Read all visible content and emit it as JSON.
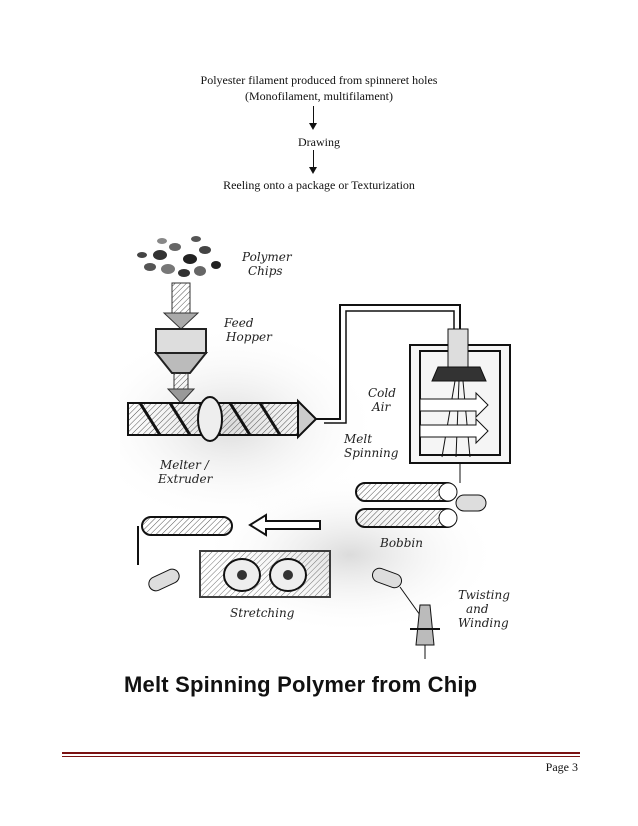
{
  "flow": {
    "step1_line1": "Polyester filament produced from spinneret holes",
    "step1_line2": "(Monofilament, multifilament)",
    "step2": "Drawing",
    "step3": "Reeling onto a package or Texturization"
  },
  "figure": {
    "labels": {
      "polymer": "Polymer",
      "chips": "Chips",
      "feed": "Feed",
      "hopper": "Hopper",
      "cold": "Cold",
      "air": "Air",
      "melt": "Melt",
      "spinning": "Spinning",
      "melter": "Melter /",
      "extruder": "Extruder",
      "bobbin": "Bobbin",
      "stretching": "Stretching",
      "twisting": "Twisting",
      "and": "and",
      "winding": "Winding"
    },
    "caption": "Melt Spinning Polymer from Chip"
  },
  "footer": {
    "page": "Page 3"
  }
}
